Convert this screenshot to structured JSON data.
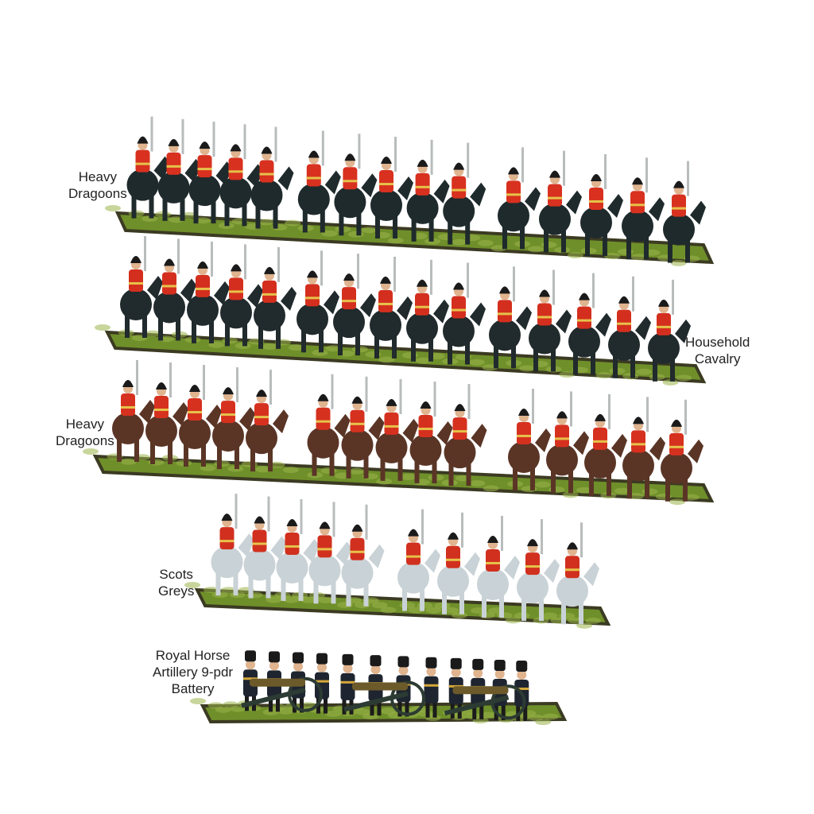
{
  "labels": {
    "row1": [
      "Heavy",
      "Dragoons"
    ],
    "row2": [
      "Household",
      "Cavalry"
    ],
    "row3": [
      "Heavy",
      "Dragoons"
    ],
    "row4": [
      "Scots",
      "Greys"
    ],
    "row5": [
      "Royal Horse",
      "Artillery 9-pdr",
      "Battery"
    ]
  },
  "units": [
    {
      "name": "heavy-dragoons-top",
      "horse_color": "#1f2a2c",
      "coat_color": "#d8311f",
      "count": 15
    },
    {
      "name": "household-cavalry",
      "horse_color": "#212a2c",
      "coat_color": "#d42f1e",
      "count": 15
    },
    {
      "name": "heavy-dragoons-bottom",
      "horse_color": "#5a3526",
      "coat_color": "#d6311f",
      "count": 15
    },
    {
      "name": "scots-greys",
      "horse_color": "#c9d2d6",
      "coat_color": "#d1301f",
      "count": 10
    },
    {
      "name": "royal-horse-artillery",
      "horse_color": "#2c3b33",
      "coat_color": "#1e2530",
      "count": 3
    }
  ],
  "colors": {
    "grass": "#6f8f2a",
    "grass_light": "#9bb54a",
    "base_edge": "#3b3a22",
    "sword": "#b9bcbc",
    "helmet": "#1a1a1a"
  }
}
